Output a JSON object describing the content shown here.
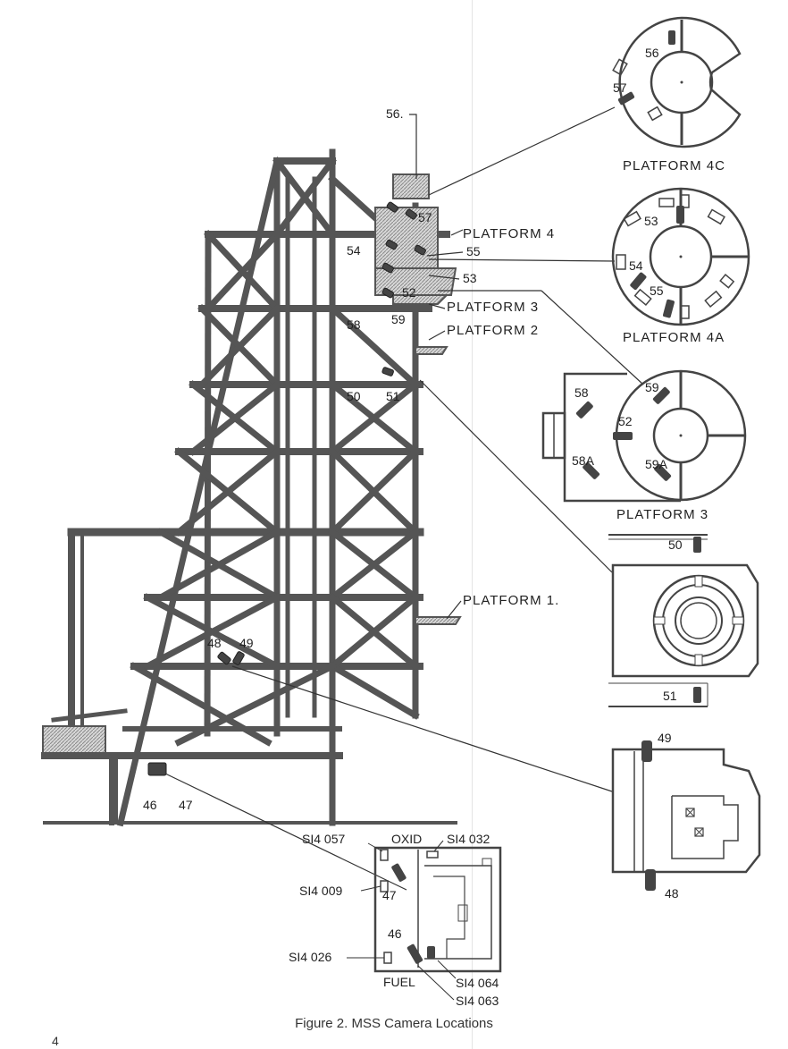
{
  "figure": {
    "caption": "Figure 2.  MSS Camera Locations",
    "page_number": "4"
  },
  "tower": {
    "labels": {
      "cam_56_top": "56.",
      "cam_57": "57",
      "cam_54": "54",
      "cam_55": "55",
      "cam_53": "53",
      "cam_52": "52",
      "cam_58": "58",
      "cam_59": "59",
      "cam_50": "50",
      "cam_51": "51",
      "cam_48": "48",
      "cam_49": "49",
      "cam_46": "46",
      "cam_47": "47"
    },
    "platforms": {
      "p4": "PLATFORM 4",
      "p3": "PLATFORM 3",
      "p2": "PLATFORM 2",
      "p1": "PLATFORM 1."
    }
  },
  "details": {
    "platform_4c": {
      "title": "PLATFORM 4C",
      "cam_a": "56",
      "cam_b": "57"
    },
    "platform_4a": {
      "title": "PLATFORM 4A",
      "cam_a": "53",
      "cam_b": "54",
      "cam_c": "55"
    },
    "platform_3": {
      "title": "PLATFORM 3",
      "cam_58": "58",
      "cam_59": "59",
      "cam_52": "52",
      "cam_58a": "58A",
      "cam_59a": "59A"
    },
    "platform_2": {
      "cam_50": "50",
      "cam_51": "51"
    },
    "platform_1": {
      "cam_49": "49",
      "cam_48": "48"
    },
    "base": {
      "oxid": "OXID",
      "fuel": "FUEL",
      "cam_46": "46",
      "cam_47": "47",
      "s_057": "SI4 057",
      "s_032": "SI4 032",
      "s_009": "SI4 009",
      "s_026": "SI4 026",
      "s_064": "SI4 064",
      "s_063": "SI4 063"
    }
  }
}
